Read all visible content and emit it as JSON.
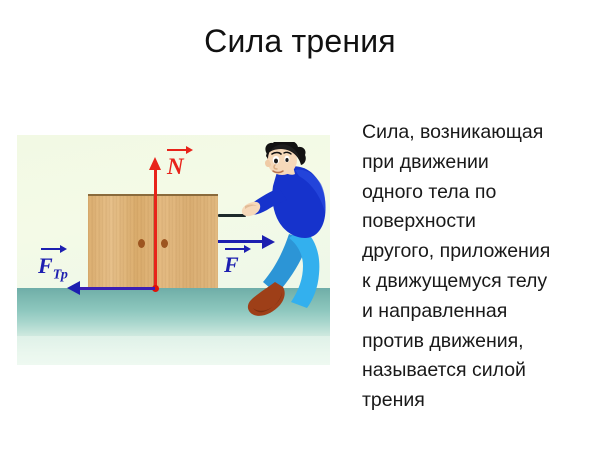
{
  "slide": {
    "title": "Сила трения",
    "definition": "Сила, возникающая\nпри движении\nодного тела по\nповерхности\nдругого, приложения\nк движущемуся телу\nи направленная\nпротив движения,\nназывается силой\nтрения"
  },
  "diagram": {
    "alt_name": "friction-force-illustration",
    "labels": {
      "normal_force": "N",
      "applied_force": "F",
      "friction_force_base": "F",
      "friction_force_subscript": "Тр"
    },
    "colors": {
      "normal_force": "#e8231a",
      "applied_force": "#1d1fb0",
      "friction_force": "#1d1fb0",
      "crate": "#ddb072",
      "ground": "#7bb8b0",
      "background": "#f2f9e4",
      "shirt": "#1633cc",
      "pants": "#33b0ee",
      "shoe": "#9e3f18",
      "hair": "#121212",
      "skin": "#f6d9ba"
    }
  }
}
